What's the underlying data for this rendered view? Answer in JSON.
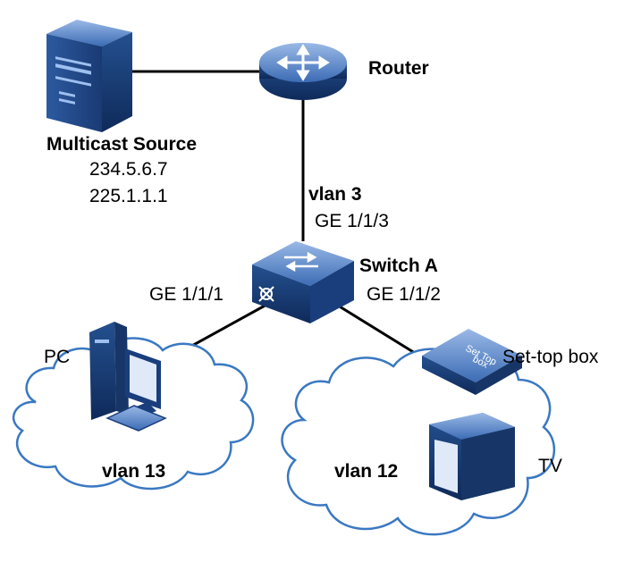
{
  "nodes": {
    "multicast_source": {
      "name": "Multicast Source",
      "addresses": [
        "234.5.6.7",
        "225.1.1.1"
      ],
      "icon": "server-icon"
    },
    "router": {
      "name": "Router",
      "icon": "router-icon"
    },
    "switch_a": {
      "name": "Switch A",
      "icon": "switch-icon"
    },
    "pc": {
      "name": "PC",
      "icon": "pc-icon"
    },
    "set_top_box": {
      "name": "Set-top box",
      "body_text": [
        "Set Top",
        "box"
      ],
      "icon": "set-top-box-icon"
    },
    "tv": {
      "name": "TV",
      "icon": "tv-icon"
    }
  },
  "links": {
    "router_switch": {
      "vlan": "vlan 3",
      "port": "GE 1/1/3"
    },
    "switch_pc": {
      "port": "GE 1/1/1"
    },
    "switch_stb": {
      "port": "GE 1/1/2"
    }
  },
  "clouds": {
    "left": {
      "label": "vlan 13"
    },
    "right": {
      "label": "vlan 12"
    }
  },
  "colors": {
    "device_dark": "#1e3f7a",
    "device_mid": "#2f5fa6",
    "device_light": "#7fa3d9",
    "cloud_fill": "#ffffff",
    "cloud_stroke": "#3a78c2",
    "line": "#000000"
  }
}
